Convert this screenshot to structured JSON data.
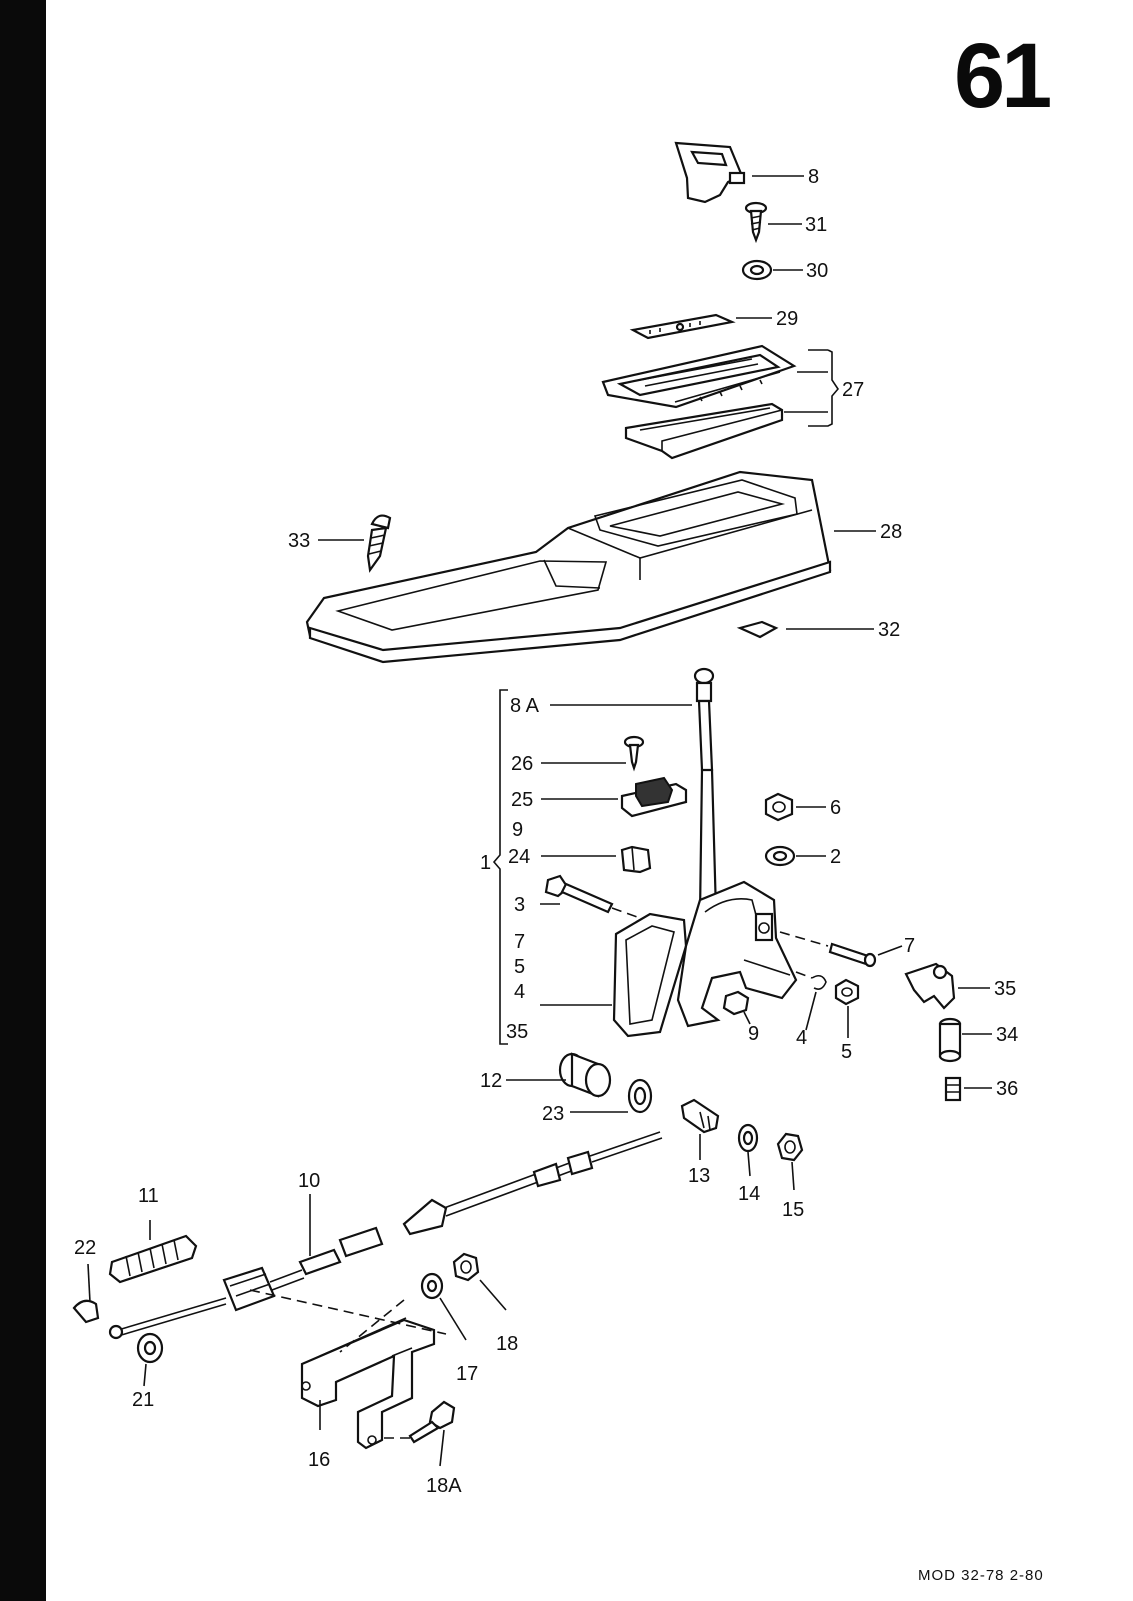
{
  "page": {
    "number": "61",
    "footer_code": "MOD 32-78  2-80"
  },
  "callouts": {
    "c8": "8",
    "c31": "31",
    "c30": "30",
    "c29": "29",
    "c27": "27",
    "c28": "28",
    "c33": "33",
    "c32": "32",
    "c8A": "8 A",
    "c26": "26",
    "c25": "25",
    "c9a": "9",
    "c24": "24",
    "c1": "1",
    "c3": "3",
    "c7a": "7",
    "c5a": "5",
    "c4a": "4",
    "c35a": "35",
    "c6": "6",
    "c2": "2",
    "c7b": "7",
    "c35b": "35",
    "c9b": "9",
    "c4b": "4",
    "c5b": "5",
    "c34": "34",
    "c36": "36",
    "c12": "12",
    "c23": "23",
    "c13": "13",
    "c14": "14",
    "c15": "15",
    "c10": "10",
    "c11": "11",
    "c22": "22",
    "c21": "21",
    "c17": "17",
    "c18": "18",
    "c16": "16",
    "c18A": "18A"
  },
  "colors": {
    "ink": "#111111",
    "paper": "#ffffff",
    "edge_bar": "#0a0a0a"
  }
}
